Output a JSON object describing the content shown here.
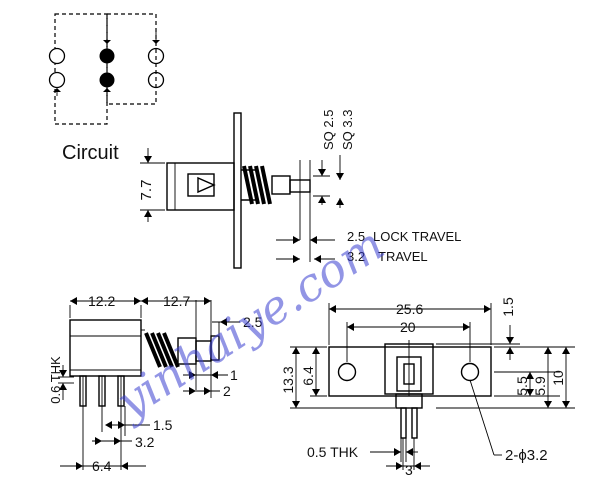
{
  "circuit": {
    "label": "Circuit"
  },
  "side_view": {
    "dim_height": "7.7",
    "dim_sq1": "SQ 2.5",
    "dim_sq2": "SQ 3.3",
    "lock_travel_value": "2.5",
    "lock_travel_label": "LOCK TRAVEL",
    "travel_value": "3.2",
    "travel_label": "TRAVEL"
  },
  "left_view": {
    "dim_width": "12.2",
    "dim_plunger": "12.7",
    "dim_top": "2.5",
    "dim_thk": "0.6 THK",
    "dim_1": "1",
    "dim_2": "2",
    "dim_15": "1.5",
    "dim_32": "3.2",
    "dim_64": "6.4"
  },
  "right_view": {
    "dim_256": "25.6",
    "dim_20": "20",
    "dim_15": "1.5",
    "dim_133": "13.3",
    "dim_64": "6.4",
    "dim_55": "5.5",
    "dim_59": "5.9",
    "dim_10": "10",
    "dim_05thk": "0.5 THK",
    "dim_3": "3",
    "dim_hole": "2-ϕ3.2"
  },
  "watermark": {
    "text": "yinhaiye.com"
  }
}
